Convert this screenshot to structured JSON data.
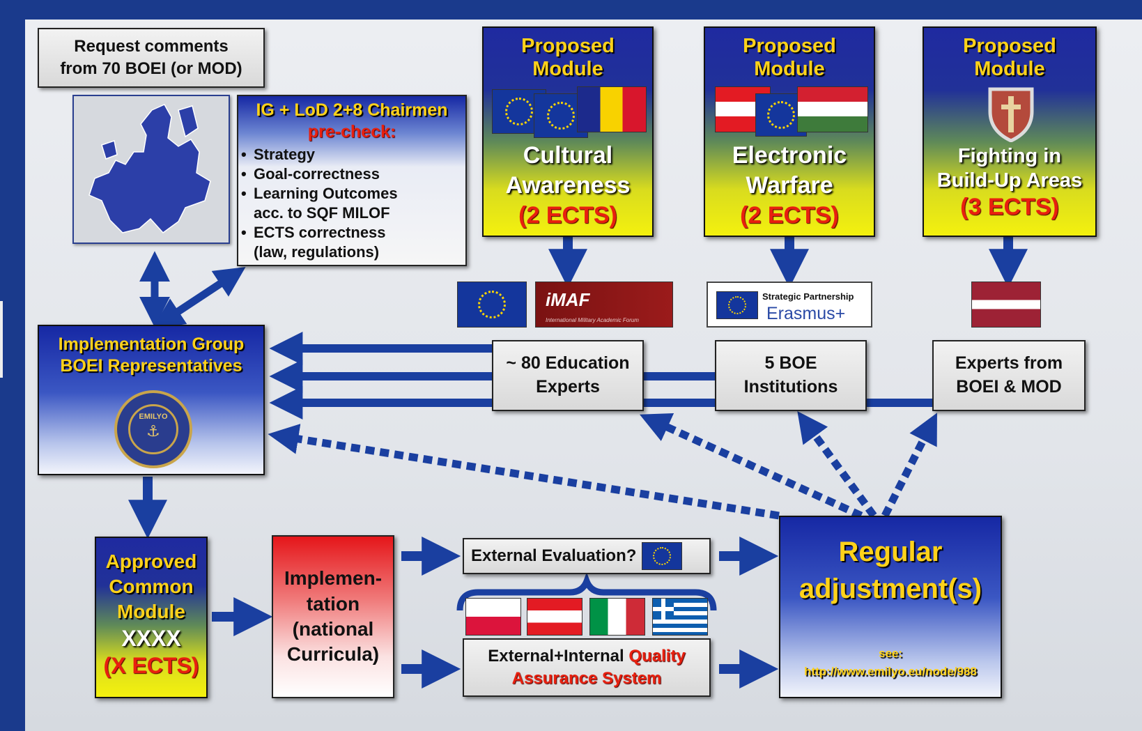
{
  "request_box": {
    "line1": "Request comments",
    "line2": "from 70 BOEI (or MOD)"
  },
  "precheck": {
    "title": "IG + LoD 2+8 Chairmen",
    "subtitle": "pre-check:",
    "items": [
      "Strategy",
      "Goal-correctness",
      "Learning Outcomes",
      "acc. to SQF MILOF",
      "ECTS correctness",
      "(law, regulations)"
    ]
  },
  "modules": [
    {
      "header1": "Proposed",
      "header2": "Module",
      "name1": "Cultural",
      "name2": "Awareness",
      "ects": "(2 ECTS)"
    },
    {
      "header1": "Proposed",
      "header2": "Module",
      "name1": "Electronic",
      "name2": "Warfare",
      "ects": "(2 ECTS)"
    },
    {
      "header1": "Proposed",
      "header2": "Module",
      "name1": "Fighting in",
      "name2": "Build-Up Areas",
      "ects": "(3 ECTS)"
    }
  ],
  "logos": {
    "imaf": "iMAF",
    "imaf_sub": "International Military Academic Forum",
    "erasmus_line1": "Strategic Partnership",
    "erasmus_line2": "Erasmus+"
  },
  "experts": [
    {
      "line1": "~ 80 Education",
      "line2": "Experts"
    },
    {
      "line1": "5 BOE",
      "line2": "Institutions"
    },
    {
      "line1": "Experts from",
      "line2": "BOEI & MOD"
    }
  ],
  "impl_group": {
    "line1": "Implementation Group",
    "line2": "BOEI Representatives",
    "seal_text": "EMILYO"
  },
  "approved": {
    "line1": "Approved",
    "line2": "Common",
    "line3": "Module",
    "code": "XXXX",
    "ects": "(X ECTS)"
  },
  "implementation": {
    "line1": "Implemen-",
    "line2": "tation",
    "line3": "(national",
    "line4": "Curricula)"
  },
  "external_eval": "External Evaluation?",
  "qa": {
    "part1": "External+Internal ",
    "part2": "Quality",
    "line2": "Assurance System"
  },
  "regular": {
    "line1": "Regular",
    "line2": "adjustment(s)",
    "see": "see:",
    "url": "http://www.emilyo.eu/node/988"
  },
  "colors": {
    "background": "#1a3a8c",
    "arrow": "#1a3fa0",
    "accent_red": "#e8200f",
    "title_yellow": "#ffd21a"
  }
}
